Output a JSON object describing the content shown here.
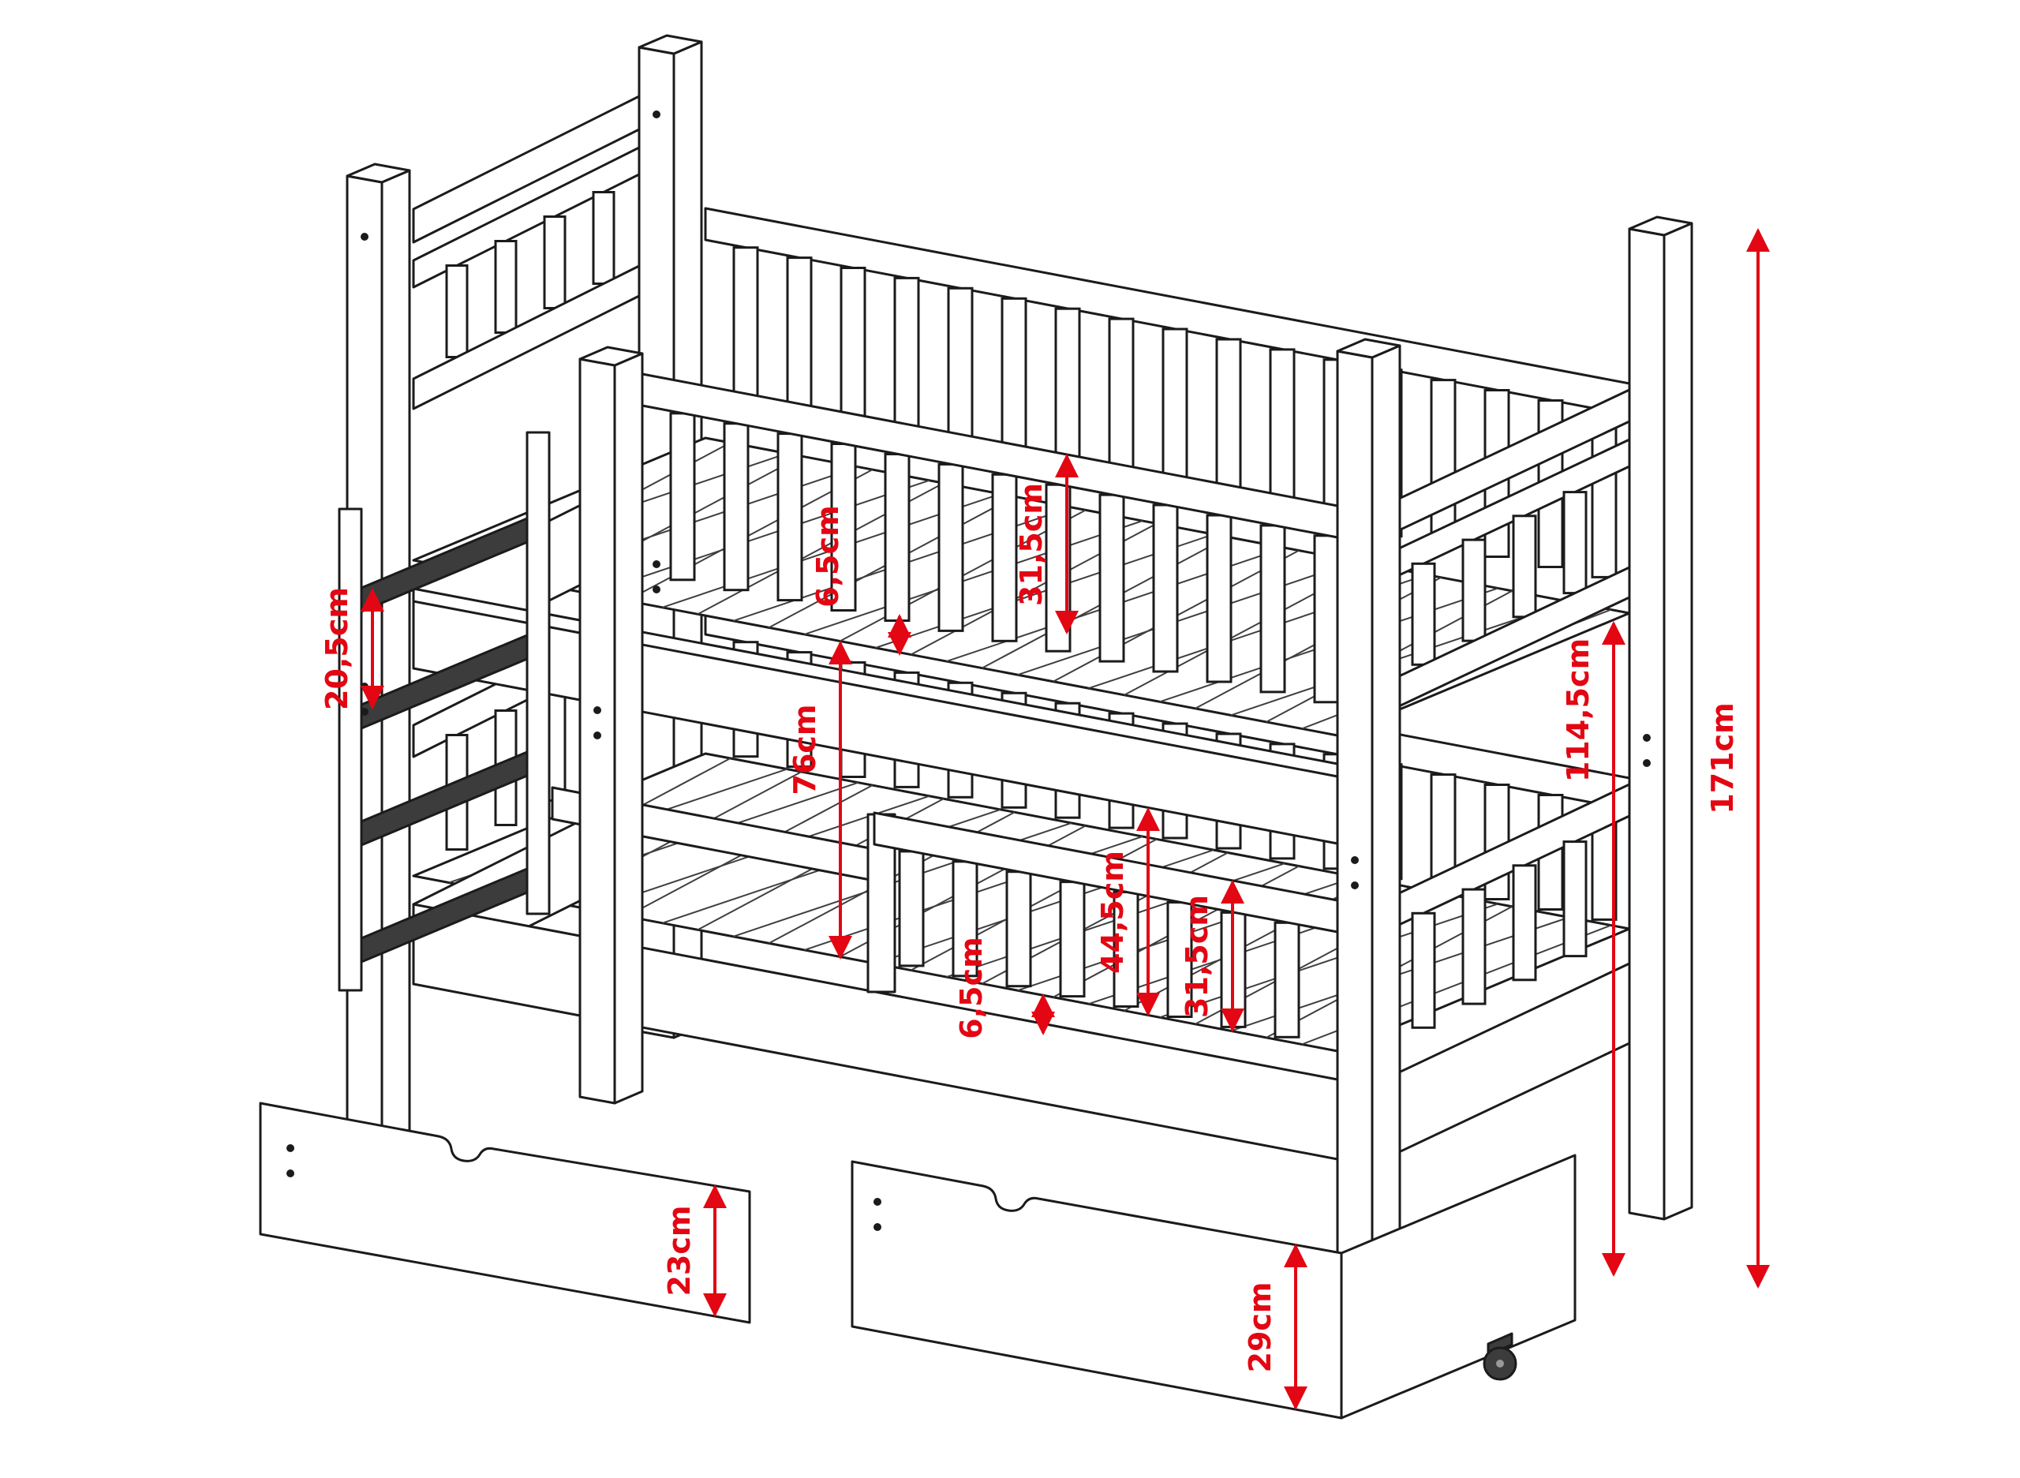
{
  "colors": {
    "line": "#1b1b1b",
    "dimension_red": "#e30613",
    "rung": "#3c3c3c",
    "background": "#ffffff"
  },
  "dims": {
    "total_height": "171cm",
    "floor_to_upper_top": "114,5cm",
    "under_upper_clearance": "76cm",
    "upper_gap": "6,5cm",
    "upper_rail_height": "31,5cm",
    "mid_gap": "44,5cm",
    "rung_spacing": "20,5cm",
    "lower_gap": "6,5cm",
    "lower_rail_height": "31,5cm",
    "left_drawer_height": "23cm",
    "right_drawer_height": "29cm"
  }
}
